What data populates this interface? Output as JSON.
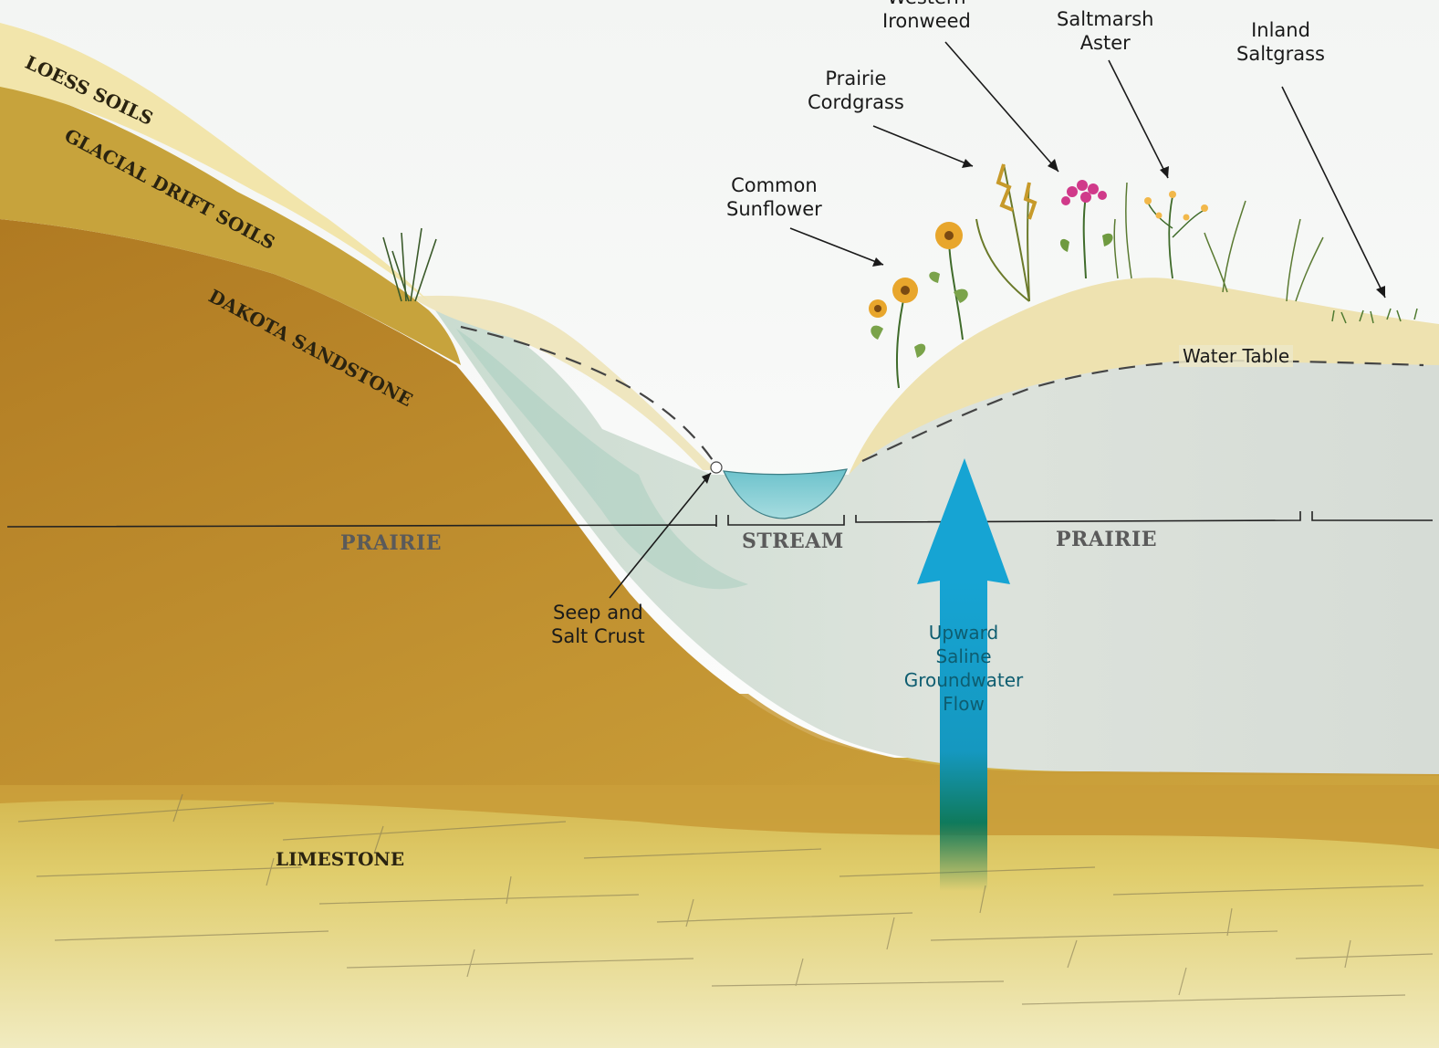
{
  "colors": {
    "sky": "#ffffff",
    "loess": "#f1e3a6",
    "glacial_drift": "#c9a23a",
    "dakota_sandstone": "#b8862a",
    "limestone": "#d8c870",
    "groundwater": "#d9dfd8",
    "upper_soil": "#efe6bd",
    "stream_water": "#7ec8cf",
    "arrow": "#1aa3d1",
    "arrow_dark": "#0d6b4f"
  },
  "plant_labels": {
    "western_ironweed": "Western\nIronweed",
    "saltmarsh_aster": "Saltmarsh\nAster",
    "inland_saltgrass": "Inland\nSaltgrass",
    "prairie_cordgrass": "Prairie\nCordgrass",
    "common_sunflower": "Common\nSunflower"
  },
  "layer_labels": {
    "loess": "LOESS SOILS",
    "glacial": "GLACIAL DRIFT SOILS",
    "dakota": "DAKOTA SANDSTONE",
    "limestone": "LIMESTONE"
  },
  "zone_labels": {
    "prairie_left": "PRAIRIE",
    "stream": "STREAM",
    "prairie_right": "PRAIRIE"
  },
  "annotations": {
    "water_table": "Water Table",
    "seep": "Seep and\nSalt Crust",
    "flow": "Upward\nSaline\nGroundwater\nFlow"
  }
}
